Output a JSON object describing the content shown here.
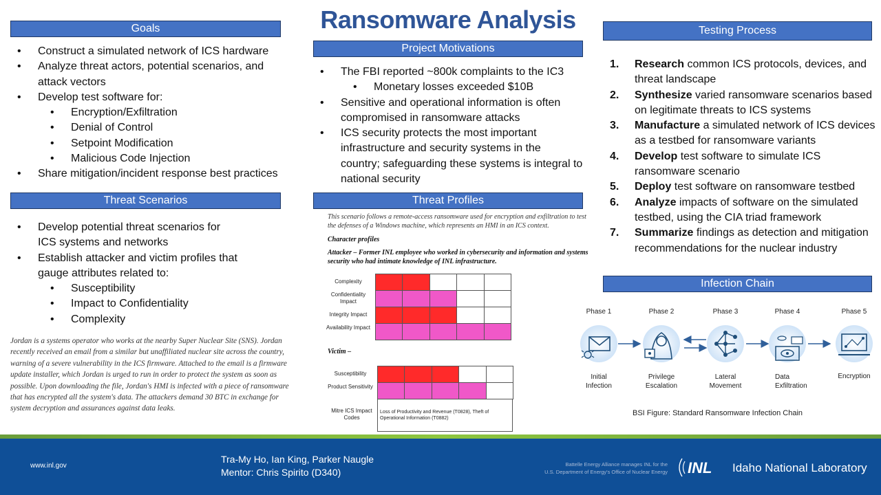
{
  "title": "Ransomware Analysis",
  "goals": {
    "header": "Goals",
    "items": [
      {
        "text": "Construct a simulated network of ICS hardware",
        "level": 1
      },
      {
        "text": "Analyze threat actors, potential scenarios, and attack vectors",
        "level": 1
      },
      {
        "text": "Develop test software for:",
        "level": 1
      },
      {
        "text": "Encryption/Exfiltration",
        "level": 2
      },
      {
        "text": "Denial of Control",
        "level": 2
      },
      {
        "text": "Setpoint Modification",
        "level": 2
      },
      {
        "text": "Malicious Code Injection",
        "level": 2
      },
      {
        "text": "Share mitigation/incident response best practices",
        "level": 1
      }
    ]
  },
  "motivations": {
    "header": "Project Motivations",
    "items": [
      {
        "text": "The FBI reported ~800k complaints to the IC3",
        "level": 1
      },
      {
        "text": "Monetary losses exceeded $10B",
        "level": 2
      },
      {
        "text": "Sensitive and operational information is often compromised in ransomware attacks",
        "level": 1
      },
      {
        "text": "ICS security protects the most important infrastructure and security systems in the country; safeguarding these systems is integral to national security",
        "level": 1
      }
    ]
  },
  "testing": {
    "header": "Testing Process",
    "steps": [
      {
        "num": "1.",
        "bold": "Research",
        "rest": " common ICS protocols, devices, and threat landscape"
      },
      {
        "num": "2.",
        "bold": "Synthesize",
        "rest": " varied ransomware scenarios based on legitimate threats to ICS systems"
      },
      {
        "num": "3.",
        "bold": "Manufacture",
        "rest": " a simulated network of ICS devices as a testbed for ransomware variants"
      },
      {
        "num": "4.",
        "bold": "Develop",
        "rest": " test software to simulate ICS ransomware scenario"
      },
      {
        "num": "5.",
        "bold": "Deploy",
        "rest": " test software on ransomware testbed"
      },
      {
        "num": "6.",
        "bold": "Analyze",
        "rest": " impacts of software on the simulated testbed, using the CIA triad framework"
      },
      {
        "num": "7.",
        "bold": "Summarize",
        "rest": " findings as detection and mitigation recommendations for the nuclear industry"
      }
    ]
  },
  "threat_scenarios": {
    "header": "Threat Scenarios",
    "items": [
      {
        "text": "Develop potential threat scenarios for ICS systems and networks",
        "level": 1
      },
      {
        "text": "Establish attacker and victim profiles that gauge attributes related to:",
        "level": 1
      },
      {
        "text": "Susceptibility",
        "level": 2
      },
      {
        "text": "Impact to Confidentiality",
        "level": 2
      },
      {
        "text": "Complexity",
        "level": 2
      }
    ],
    "story": "Jordan is a systems operator who works at the nearby Super Nuclear Site (SNS). Jordan recently received an email from a similar but unaffiliated nuclear site across the country, warning of a severe vulnerability in the ICS firmware. Attached to the email is a firmware update installer, which Jordan is urged to run in order to protect the system as soon as possible. Upon downloading the file, Jordan's HMI is infected with a piece of ransomware that has encrypted all the system's data. The attackers demand 30 BTC in exchange for system decryption and assurances against data leaks."
  },
  "threat_profiles": {
    "header": "Threat Profiles",
    "intro": "This scenario follows a remote-access ransomware used for encryption and exfiltration to test the defenses of a Windows machine, which represents an HMI in an ICS context.",
    "character_heading": "Character profiles",
    "attacker_heading": "Attacker – Former INL employee who worked in cybersecurity and information and systems security who had intimate knowledge of INL infrastructure.",
    "victim_heading": "Victim –",
    "attacker_rows": [
      {
        "label": "Complexity",
        "cells": [
          "red",
          "red",
          "white",
          "white",
          "white"
        ]
      },
      {
        "label": "Confidentiality Impact",
        "cells": [
          "pink",
          "pink",
          "pink",
          "white",
          "white"
        ]
      },
      {
        "label": "Integrity Impact",
        "cells": [
          "red",
          "red",
          "red",
          "white",
          "white"
        ]
      },
      {
        "label": "Availability Impact",
        "cells": [
          "pink",
          "pink",
          "pink",
          "pink",
          "pink"
        ]
      }
    ],
    "victim_rows": [
      {
        "label": "Susceptibility",
        "cells": [
          "red",
          "red",
          "red",
          "white",
          "white"
        ]
      },
      {
        "label": "Product Sensitivity",
        "cells": [
          "pink",
          "pink",
          "pink",
          "pink",
          "white"
        ]
      }
    ],
    "mitre_label": "Mitre ICS Impact Codes",
    "mitre_text": "Loss of Productivity and Revenue (T0828), Theft of Operational Information (T0882)"
  },
  "infection_chain": {
    "header": "Infection Chain",
    "phases": [
      {
        "phase": "Phase 1",
        "label": "Initial Infection",
        "icon": "email-bug-icon"
      },
      {
        "phase": "Phase 2",
        "label": "Privilege Escalation",
        "icon": "hacker-icon"
      },
      {
        "phase": "Phase 3",
        "label": "Lateral Movement",
        "icon": "network-icon"
      },
      {
        "phase": "Phase 4",
        "label": "Data Exfiltration",
        "icon": "data-eye-icon"
      },
      {
        "phase": "Phase 5",
        "label": "Encryption",
        "icon": "laptop-lock-icon"
      }
    ],
    "caption": "BSI Figure: Standard Ransomware Infection Chain"
  },
  "footer": {
    "website": "www.inl.gov",
    "authors": "Tra-My Ho, Ian King, Parker Naugle",
    "mentor": "Mentor: Chris Spirito (D340)",
    "battelle_line1": "Battelle Energy Alliance manages INL for the",
    "battelle_line2": "U.S. Department of Energy's Office of Nuclear Energy",
    "logo_text": "INL",
    "lab_name": "Idaho National Laboratory"
  },
  "colors": {
    "header_blue": "#4472c4",
    "title_blue": "#2f5597",
    "footer_blue": "#0f4f97",
    "red": "#ff2a2a",
    "pink": "#f058c8"
  }
}
